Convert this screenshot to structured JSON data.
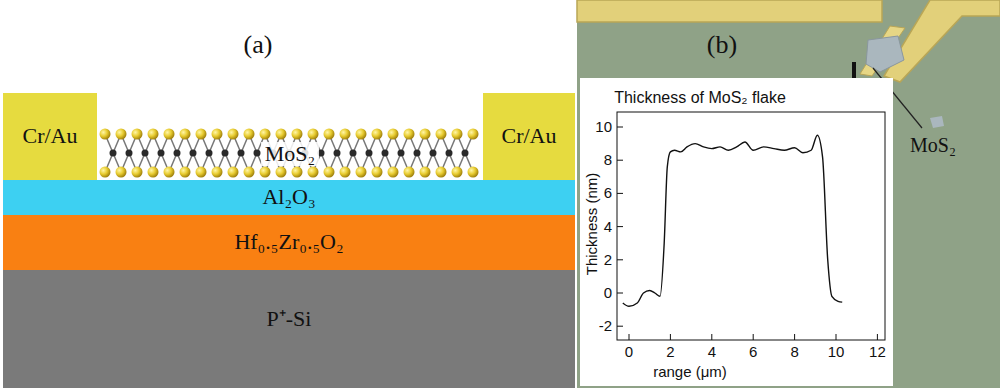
{
  "diagram": {
    "nodes": [
      {
        "text": [
          "Cr/Au"
        ]
      },
      {
        "text": [
          "MoS₂"
        ]
      },
      {
        "text": [
          "Cr/Au"
        ]
      },
      {
        "text": [
          "Al₂O₃"
        ]
      },
      {
        "text": [
          "Hf₀.₅Zr₀.₅O₂"
        ]
      },
      {
        "text": [
          "P⁺-Si"
        ]
      }
    ],
    "edges": [],
    "labels": [
      "(a)",
      "(b)",
      "MoS₂",
      "Thickness of MoS₂ flake",
      "10",
      "8",
      "6",
      "4",
      "2",
      "0",
      "-2",
      "0",
      "2",
      "4",
      "6",
      "8",
      "10",
      "12",
      "Thickness (nm)",
      "range (μm)"
    ]
  }
}
